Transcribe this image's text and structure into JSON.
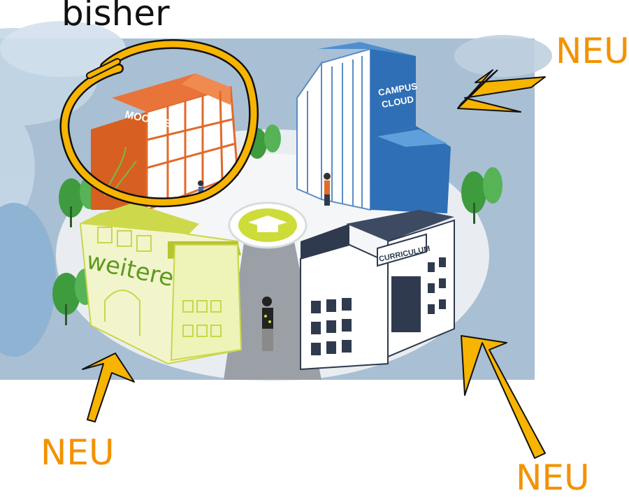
{
  "annotations": {
    "bisher": "bisher",
    "neu_top": "NEU",
    "neu_left": "NEU",
    "neu_right": "NEU",
    "weitere": "weitere"
  },
  "buildings": {
    "moodle": "MOODLE",
    "campus_cloud_line1": "CAMPUS",
    "campus_cloud_line2": "CLOUD",
    "curriculum": "CURRICULUM"
  },
  "colors": {
    "annotation_orange": "#f39200",
    "marker_yellow": "#f7b400",
    "moodle_orange": "#e06a2b",
    "campus_cloud_blue": "#2f6fb5",
    "curriculum_navy": "#2f3a4f",
    "weitere_green": "#cdd94a"
  }
}
